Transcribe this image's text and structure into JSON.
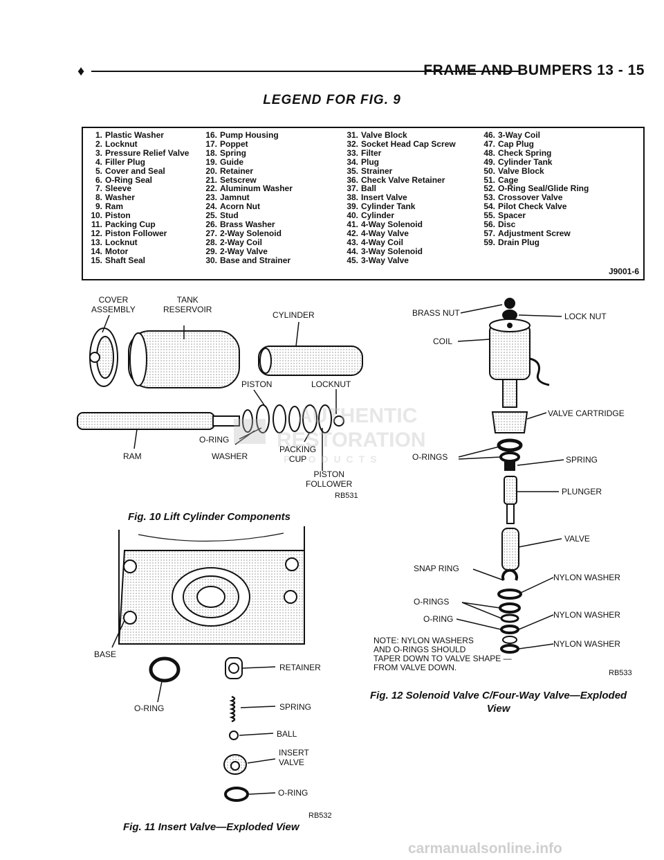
{
  "header": {
    "bullet": "♦",
    "title": "FRAME AND BUMPERS    13 - 15"
  },
  "legend": {
    "title": "LEGEND FOR FIG. 9",
    "code": "J9001-6",
    "columns": [
      [
        [
          "1.",
          "Plastic Washer"
        ],
        [
          "2.",
          "Locknut"
        ],
        [
          "3.",
          "Pressure Relief Valve"
        ],
        [
          "4.",
          "Filler Plug"
        ],
        [
          "5.",
          "Cover and Seal"
        ],
        [
          "6.",
          "O-Ring Seal"
        ],
        [
          "7.",
          "Sleeve"
        ],
        [
          "8.",
          "Washer"
        ],
        [
          "9.",
          "Ram"
        ],
        [
          "10.",
          "Piston"
        ],
        [
          "11.",
          "Packing Cup"
        ],
        [
          "12.",
          "Piston Follower"
        ],
        [
          "13.",
          "Locknut"
        ],
        [
          "14.",
          "Motor"
        ],
        [
          "15.",
          "Shaft Seal"
        ]
      ],
      [
        [
          "16.",
          "Pump Housing"
        ],
        [
          "17.",
          "Poppet"
        ],
        [
          "18.",
          "Spring"
        ],
        [
          "19.",
          "Guide"
        ],
        [
          "20.",
          "Retainer"
        ],
        [
          "21.",
          "Setscrew"
        ],
        [
          "22.",
          "Aluminum Washer"
        ],
        [
          "23.",
          "Jamnut"
        ],
        [
          "24.",
          "Acorn Nut"
        ],
        [
          "25.",
          "Stud"
        ],
        [
          "26.",
          "Brass Washer"
        ],
        [
          "27.",
          "2-Way Solenoid"
        ],
        [
          "28.",
          "2-Way Coil"
        ],
        [
          "29.",
          "2-Way Valve"
        ],
        [
          "30.",
          "Base and Strainer"
        ]
      ],
      [
        [
          "31.",
          "Valve Block"
        ],
        [
          "32.",
          "Socket Head Cap Screw"
        ],
        [
          "33.",
          "Filter"
        ],
        [
          "34.",
          "Plug"
        ],
        [
          "35.",
          "Strainer"
        ],
        [
          "36.",
          "Check Valve Retainer"
        ],
        [
          "37.",
          "Ball"
        ],
        [
          "38.",
          "Insert Valve"
        ],
        [
          "39.",
          "Cylinder Tank"
        ],
        [
          "40.",
          "Cylinder"
        ],
        [
          "41.",
          "4-Way Solenoid"
        ],
        [
          "42.",
          "4-Way Valve"
        ],
        [
          "43.",
          "4-Way Coil"
        ],
        [
          "44.",
          "3-Way Solenoid"
        ],
        [
          "45.",
          "3-Way Valve"
        ]
      ],
      [
        [
          "46.",
          "3-Way Coil"
        ],
        [
          "47.",
          "Cap Plug"
        ],
        [
          "48.",
          "Check Spring"
        ],
        [
          "49.",
          "Cylinder Tank"
        ],
        [
          "50.",
          "Valve Block"
        ],
        [
          "51.",
          "Cage"
        ],
        [
          "52.",
          "O-Ring Seal/Glide Ring"
        ],
        [
          "53.",
          "Crossover Valve"
        ],
        [
          "54.",
          "Pilot Check Valve"
        ],
        [
          "55.",
          "Spacer"
        ],
        [
          "56.",
          "Disc"
        ],
        [
          "57.",
          "Adjustment Screw"
        ],
        [
          "59.",
          "Drain Plug"
        ]
      ]
    ]
  },
  "fig10": {
    "labels": {
      "cover_assembly": "COVER\nASSEMBLY",
      "tank_reservoir": "TANK\nRESERVOIR",
      "cylinder": "CYLINDER",
      "piston": "PISTON",
      "locknut": "LOCKNUT",
      "ram": "RAM",
      "o_ring": "O-RING",
      "washer": "WASHER",
      "packing_cup": "PACKING\nCUP",
      "piston_follower": "PISTON\nFOLLOWER"
    },
    "code": "RB531",
    "caption": "Fig. 10 Lift Cylinder Components"
  },
  "fig11": {
    "labels": {
      "base": "BASE",
      "o_ring": "O-RING",
      "retainer": "RETAINER",
      "spring": "SPRING",
      "ball": "BALL",
      "insert_valve": "INSERT\nVALVE",
      "o_ring2": "O-RING"
    },
    "code": "RB532",
    "caption": "Fig. 11 Insert Valve—Exploded View"
  },
  "fig12": {
    "labels": {
      "brass_nut": "BRASS NUT",
      "lock_nut": "LOCK NUT",
      "coil": "COIL",
      "valve_cartridge": "VALVE CARTRIDGE",
      "o_rings": "O-RINGS",
      "spring": "SPRING",
      "plunger": "PLUNGER",
      "valve": "VALVE",
      "snap_ring": "SNAP RING",
      "nylon_washer1": "NYLON WASHER",
      "o_rings2": "O-RINGS",
      "o_ring": "O-RING",
      "nylon_washer2": "NYLON WASHER",
      "nylon_washer3": "NYLON WASHER",
      "note": "NOTE: NYLON WASHERS\nAND O-RINGS SHOULD\nTAPER DOWN TO VALVE SHAPE —\nFROM VALVE DOWN."
    },
    "code": "RB533",
    "caption": "Fig. 12 Solenoid Valve C/Four-Way Valve—Exploded\nView"
  },
  "watermark": "AUTHENTIC RESTORATION PRODUCTS",
  "footer": "carmanualsonline.info"
}
